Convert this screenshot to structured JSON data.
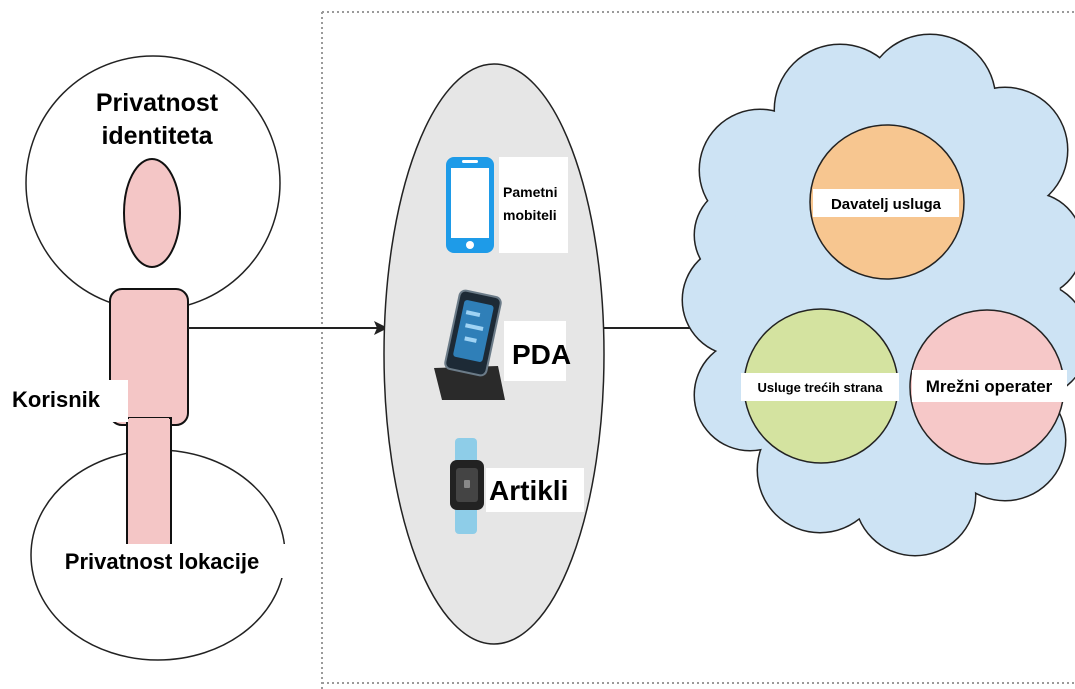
{
  "user": {
    "identity_privacy": [
      "Privatnost",
      "identiteta"
    ],
    "user_label": "Korisnik",
    "location_privacy": "Privatnost lokacije"
  },
  "devices": {
    "smartphone_label": [
      "Pametni",
      "mobiteli"
    ],
    "pda_label": "PDA",
    "wearable_label": "Artikli"
  },
  "cloud": {
    "service_provider": "Davatelj usluga",
    "third_party": "Usluge trećih strana",
    "network_operator": "Mrežni operater"
  },
  "colors": {
    "person": "#f4c6c6",
    "device_ellipse": "#e6e6e6",
    "cloud": "#cde3f4",
    "service_provider_circle": "#f7c690",
    "third_party_circle": "#d4e3a0",
    "network_operator_circle": "#f6c8c8",
    "phone_blue": "#1e9be8"
  }
}
